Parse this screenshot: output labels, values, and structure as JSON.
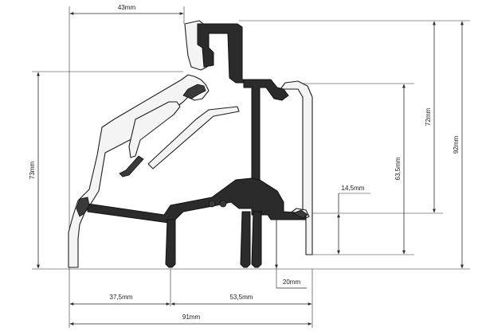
{
  "diagram": {
    "dimensions": {
      "top_width": "43mm",
      "total_height": "92mm",
      "sash_height": "72mm",
      "left_height": "73mm",
      "inner_height": "63,5mm",
      "rebate": "14,5mm",
      "bottom_drop": "20mm",
      "bottom_left": "37,5mm",
      "bottom_right": "53,5mm",
      "total_width": "91mm"
    },
    "colors": {
      "profile_dark": "#2b2b2b",
      "profile_light": "#f4f4f4",
      "lines": "#2a2a2a"
    }
  }
}
